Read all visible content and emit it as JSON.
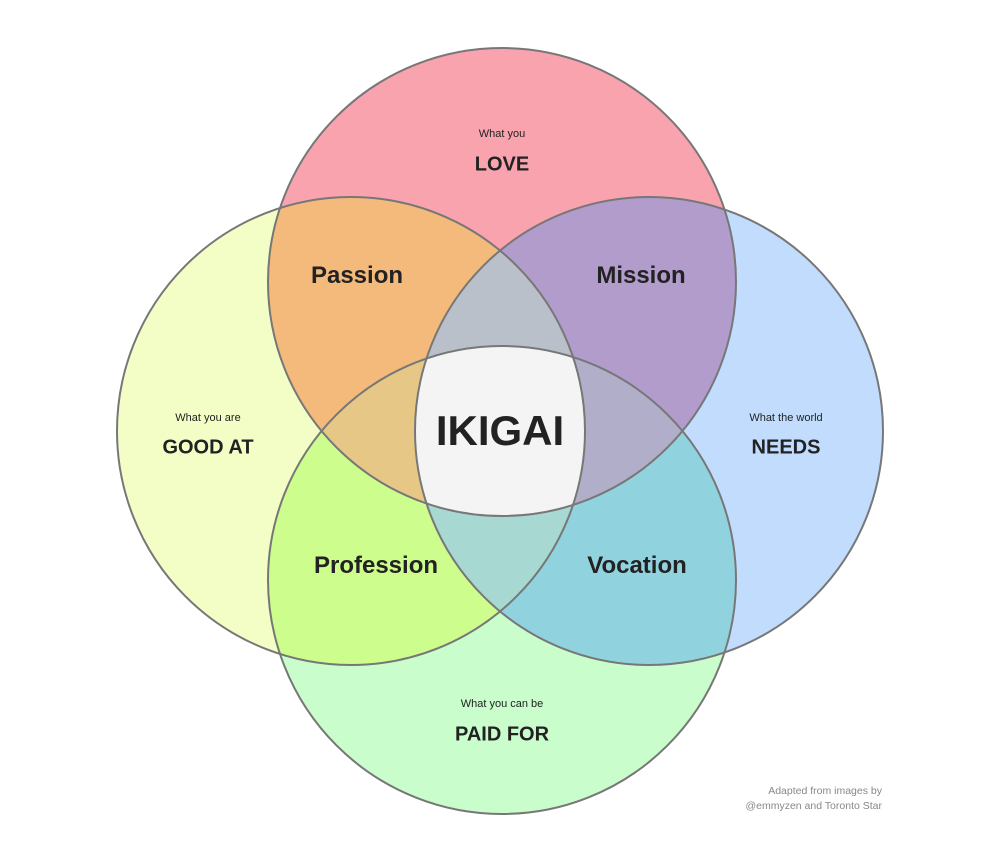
{
  "colors": {
    "love": "#F9A3AE",
    "good_at": "#F3FDC6",
    "needs": "#C1DCFD",
    "paid_for": "#C9FDCB",
    "passion": "#F3BA7B",
    "mission": "#B19CCB",
    "profession": "#CDFD8C",
    "vocation": "#90D3DF",
    "love_good_needs": "#BAC0CA",
    "love_good_paid": "#E6C786",
    "love_needs_paid": "#B1AECA",
    "good_needs_paid": "#A8D8D2",
    "ikigai": "#F4F4F4",
    "stroke": "#777777"
  },
  "circles": {
    "love": {
      "small": "What you",
      "big": "LOVE"
    },
    "good_at": {
      "small": "What you are",
      "big": "GOOD AT"
    },
    "needs": {
      "small": "What the world",
      "big": "NEEDS"
    },
    "paid_for": {
      "small": "What you can be",
      "big": "PAID FOR"
    }
  },
  "overlaps": {
    "passion": "Passion",
    "mission": "Mission",
    "profession": "Profession",
    "vocation": "Vocation"
  },
  "center": "IKIGAI",
  "credit": {
    "line1": "Adapted from images by",
    "line2": "@emmyzen and Toronto Star"
  }
}
